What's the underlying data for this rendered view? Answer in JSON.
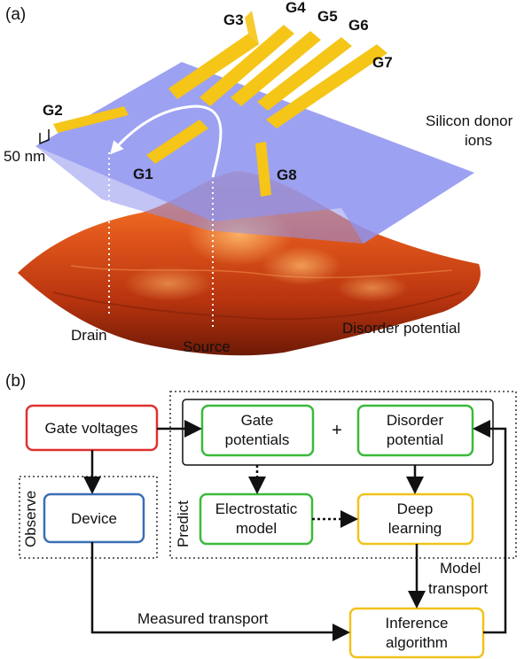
{
  "panel_a": {
    "label": "(a)",
    "gates": [
      "G1",
      "G2",
      "G3",
      "G4",
      "G5",
      "G6",
      "G7",
      "G8"
    ],
    "scale_bar": "50 nm",
    "donor_label_line1": "Silicon donor",
    "donor_label_line2": "ions",
    "drain": "Drain",
    "source": "Source",
    "disorder": "Disorder potential"
  },
  "panel_b": {
    "label": "(b)",
    "gate_voltages": "Gate voltages",
    "gate_potentials_line1": "Gate",
    "gate_potentials_line2": "potentials",
    "plus": "+",
    "disorder_line1": "Disorder",
    "disorder_line2": "potential",
    "device": "Device",
    "observe": "Observe",
    "predict": "Predict",
    "electrostatic_line1": "Electrostatic",
    "electrostatic_line2": "model",
    "deep_line1": "Deep",
    "deep_line2": "learning",
    "model_transport_line1": "Model",
    "model_transport_line2": "transport",
    "measured_transport": "Measured transport",
    "inference_line1": "Inference",
    "inference_line2": "algorithm"
  },
  "colors": {
    "gate_yellow": "#f5c518",
    "plane_blue": "#9ea3f2",
    "red_box": "#e03030",
    "green_box": "#3cb93c",
    "blue_box": "#3a6fb5",
    "yellow_box": "#f2c21b"
  }
}
